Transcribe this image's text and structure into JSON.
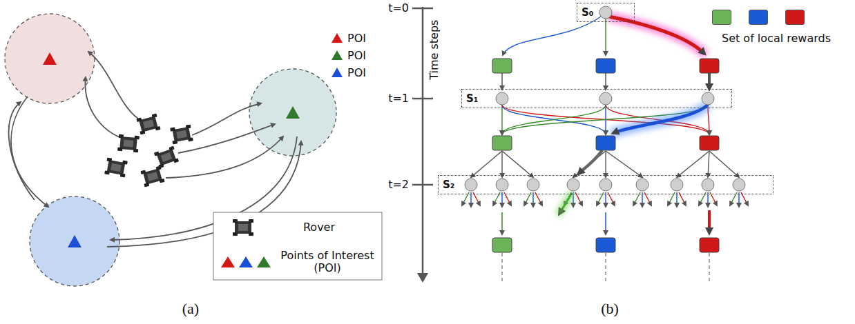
{
  "diagram": {
    "nodes": [
      {
        "text": [
          "S₀"
        ]
      },
      {
        "text": [
          "S₁"
        ]
      },
      {
        "text": [
          "S₂"
        ]
      }
    ],
    "labels": [
      "(a)",
      "(b)",
      "Time steps",
      "t=0",
      "t=1",
      "t=2",
      "Set of local rewards"
    ],
    "legend": [
      {
        "text": "POI"
      },
      {
        "text": "POI"
      },
      {
        "text": "POI"
      },
      {
        "text": "Rover"
      },
      {
        "text": "Points of Interest (POI)"
      }
    ]
  }
}
